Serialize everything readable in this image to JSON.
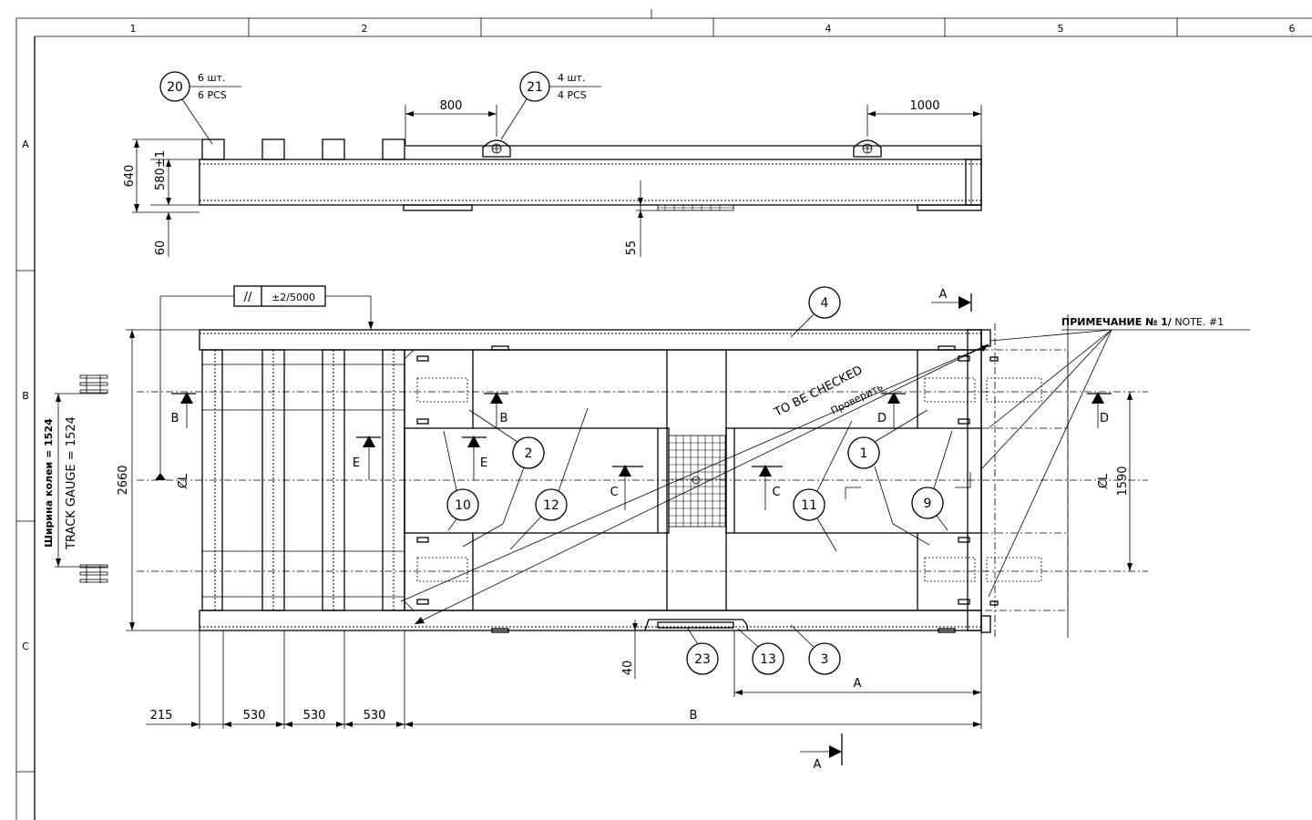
{
  "frame": {
    "columns": [
      "1",
      "2",
      "4",
      "5",
      "6"
    ],
    "rows": [
      "A",
      "B",
      "C"
    ]
  },
  "dimensions": {
    "d640": "640",
    "d580": "580±1",
    "d60": "60",
    "d55": "55",
    "d800": "800",
    "d1000": "1000",
    "d2660": "2660",
    "d1590": "1590",
    "d40": "40",
    "d215": "215",
    "d530a": "530",
    "d530b": "530",
    "d530c": "530",
    "dimA": "A",
    "dimB": "B"
  },
  "callouts": {
    "b20": "20",
    "b21": "21",
    "b4": "4",
    "b1": "1",
    "b2": "2",
    "b9": "9",
    "b10": "10",
    "b11": "11",
    "b12": "12",
    "b3": "3",
    "b13": "13",
    "b23": "23"
  },
  "qty": {
    "q20_ru": "6 шт.",
    "q20_en": "6 PCS",
    "q21_ru": "4 шт.",
    "q21_en": "4 PCS"
  },
  "tolerance": {
    "symbol": "//",
    "value": "±2/5000"
  },
  "notes": {
    "note1_ru": "ПРИМЕЧАНИЕ № 1/",
    "note1_en": " NOTE. #1",
    "check_en": "TO BE CHECKED",
    "check_ru": "Проверить",
    "gauge_ru": "Ширина колеи = 1524",
    "gauge_en": "TRACK GAUGE = 1524"
  },
  "sections": {
    "A": "A",
    "A2": "A",
    "B1": "B",
    "B2": "B",
    "C1": "C",
    "C2": "C",
    "D1": "D",
    "D2": "D",
    "E1": "E",
    "E2": "E"
  },
  "centerline": "C̸L"
}
